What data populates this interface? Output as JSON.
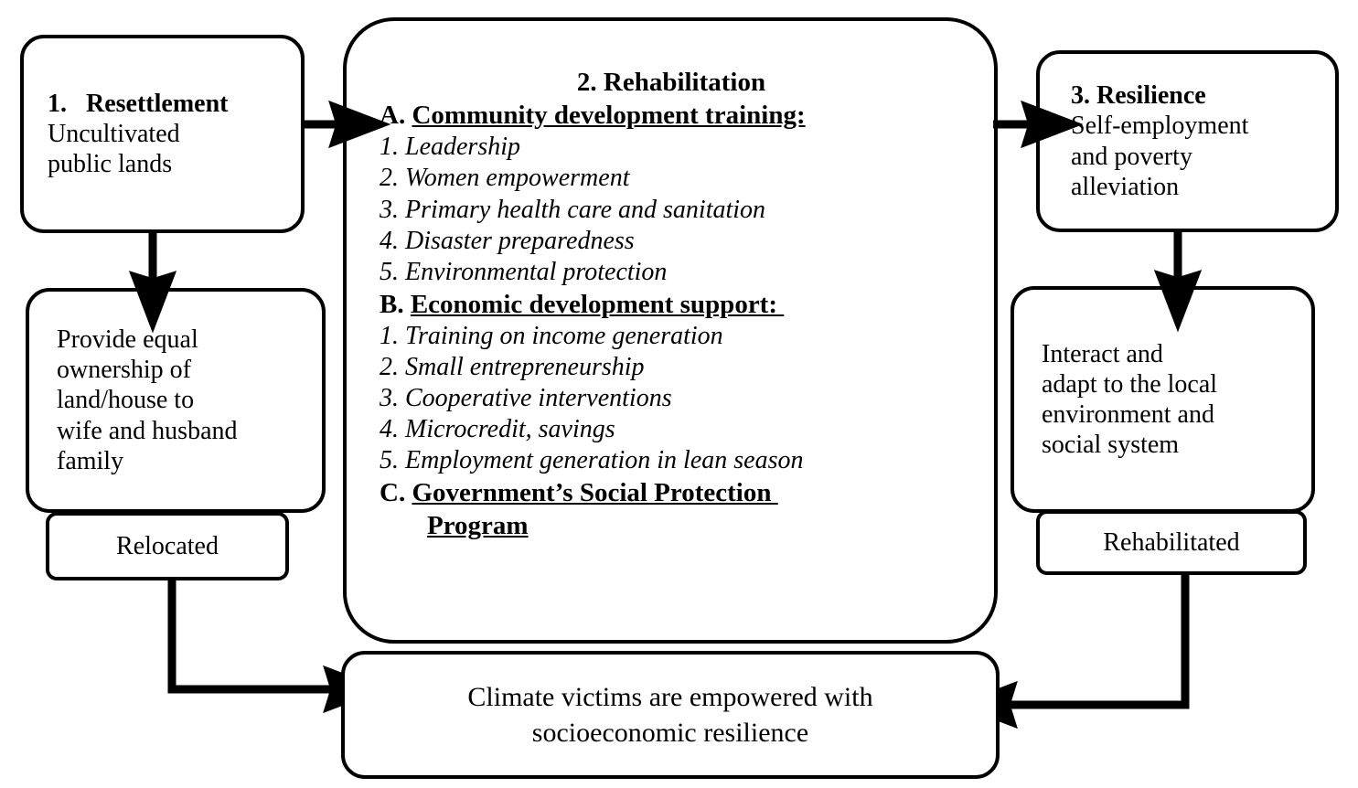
{
  "diagram": {
    "title": "Resettlement, Rehabilitation and Resilience framework",
    "stroke_color": "#000000",
    "background_color": "#ffffff"
  },
  "nodes": {
    "resettlement": {
      "heading": "1.   Resettlement",
      "body": "Uncultivated\npublic lands"
    },
    "ownership": {
      "body": "Provide equal\nownership of\nland/house to\nwife and husband\nfamily"
    },
    "relocated": {
      "label": "Relocated"
    },
    "rehabilitation": {
      "heading": "2. Rehabilitation",
      "sections": [
        {
          "marker": "A.",
          "title": "Community development training:",
          "items": [
            "1. Leadership",
            "2. Women empowerment",
            "3. Primary health care and sanitation",
            "4. Disaster preparedness",
            "5. Environmental protection"
          ]
        },
        {
          "marker": "B.",
          "title": "Economic development support: ",
          "items": [
            "1. Training on income generation",
            "2. Small entrepreneurship",
            "3. Cooperative interventions",
            "4. Microcredit, savings",
            "5. Employment generation in lean season"
          ]
        },
        {
          "marker": "C.",
          "title": "Government’s Social Protection ",
          "title_cont": "Program",
          "items": []
        }
      ]
    },
    "resilience": {
      "heading": "3. Resilience",
      "body": "Self-employment\nand poverty\nalleviation"
    },
    "interact": {
      "body": "Interact and\nadapt to the local\nenvironment and\nsocial system"
    },
    "rehabilitated": {
      "label": "Rehabilitated"
    },
    "outcome": {
      "body": "Climate victims are empowered with\nsocioeconomic resilience"
    }
  },
  "connectors": [
    {
      "name": "resettlement-to-rehabilitation",
      "kind": "arrow-right"
    },
    {
      "name": "rehabilitation-to-resilience",
      "kind": "arrow-right"
    },
    {
      "name": "resettlement-to-ownership",
      "kind": "arrow-down"
    },
    {
      "name": "resilience-to-interact",
      "kind": "arrow-down"
    },
    {
      "name": "relocated-to-outcome",
      "kind": "elbow-arrow-right"
    },
    {
      "name": "rehabilitated-to-outcome",
      "kind": "elbow-arrow-left"
    }
  ]
}
